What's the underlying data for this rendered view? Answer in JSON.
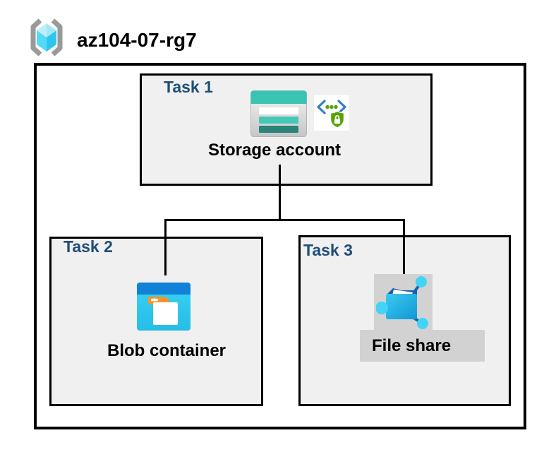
{
  "header": {
    "resource_group_name": "az104-07-rg7"
  },
  "diagram": {
    "task1": {
      "label": "Task 1",
      "node": "Storage account"
    },
    "task2": {
      "label": "Task 2",
      "node": "Blob container"
    },
    "task3": {
      "label": "Task 3",
      "node": "File share"
    }
  },
  "icons": {
    "resource_group": "resource-group-icon",
    "storage_account": "storage-account-icon",
    "secure_access": "code-shield-lock-icon",
    "blob_container": "blob-container-icon",
    "file_share": "file-share-icon"
  },
  "colors": {
    "task_label_blue": "#1F4E79",
    "box_fill": "#F0F0F0",
    "border_black": "#000000",
    "storage_teal": "#38C4B3",
    "storage_teal_mid": "#46C8B7",
    "storage_teal_dark": "#2B837A",
    "blob_header_blue": "#1082D8",
    "blob_body_cyan": "#30CBEF",
    "blob_tab_orange": "#F79428",
    "fileshare_navy": "#1463B0",
    "fileshare_node_cyan": "#41D4F7",
    "security_green": "#57A306",
    "security_blue": "#2E80CC",
    "rg_bracket_gray": "#9A9A9A",
    "rg_cube_cyan": "#50D8F5",
    "selection_gray": "#D2D2D2"
  }
}
